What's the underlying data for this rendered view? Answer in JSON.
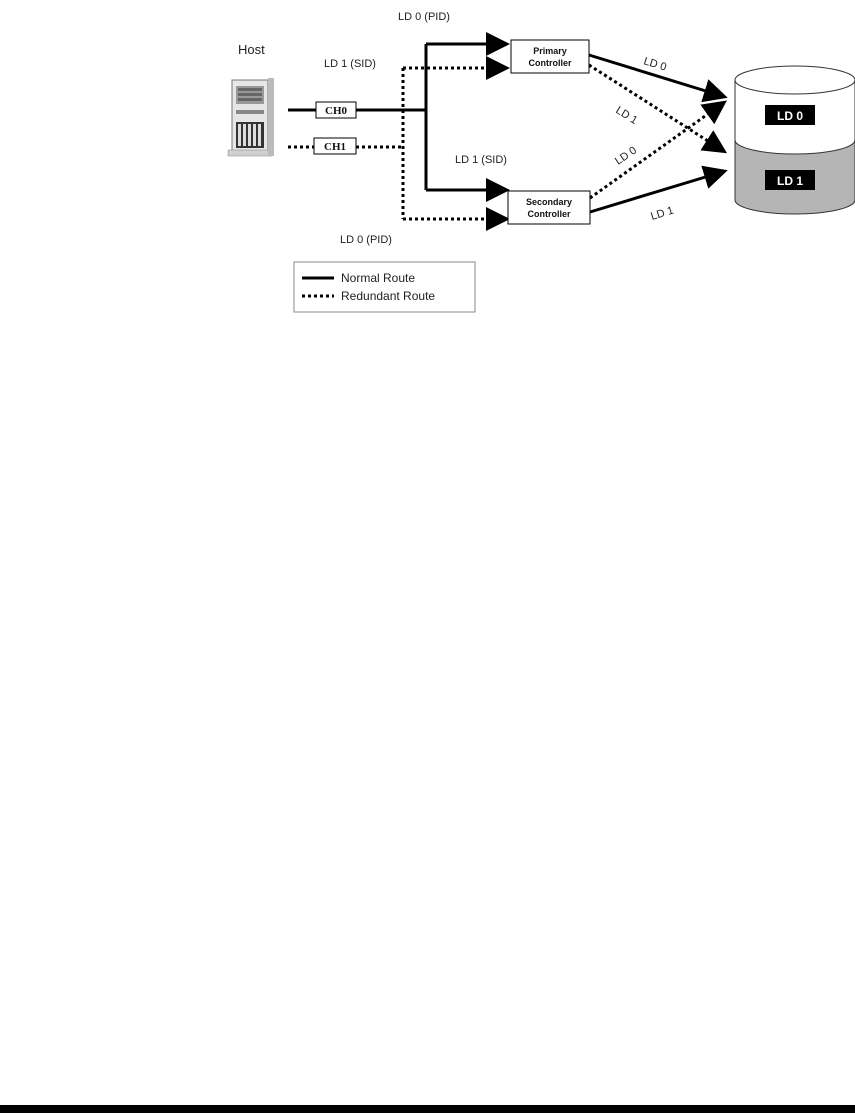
{
  "host": {
    "label": "Host"
  },
  "channels": {
    "ch0": "CH0",
    "ch1": "CH1"
  },
  "controllers": {
    "primary": [
      "Primary",
      "Controller"
    ],
    "secondary": [
      "Secondary",
      "Controller"
    ]
  },
  "route_labels": {
    "primary_in_normal": "LD 0 (PID)",
    "primary_in_redundant": "LD 1 (SID)",
    "secondary_in_normal": "LD 1 (SID)",
    "secondary_in_redundant": "LD 0 (PID)",
    "primary_to_ld0": "LD 0",
    "primary_to_ld1": "LD 1",
    "secondary_to_ld0": "LD 0",
    "secondary_to_ld1": "LD 1"
  },
  "storage": {
    "ld0": "LD 0",
    "ld1": "LD 1"
  },
  "legend": {
    "normal": "Normal Route",
    "redundant": "Redundant Route"
  }
}
